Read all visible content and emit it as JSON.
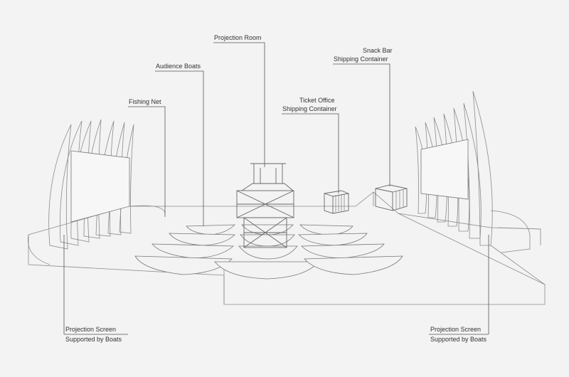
{
  "labels": {
    "projection_room": "Projection Room",
    "audience_boats": "Audience Boats",
    "snack_bar_line1": "Snack Bar",
    "snack_bar_line2": "Shipping Container",
    "fishing_net": "Fishing Net",
    "ticket_office_line1": "Ticket Office",
    "ticket_office_line2": "Shipping Container",
    "screen_left_line1": "Projection Screen",
    "screen_left_line2": "Supported by Boats",
    "screen_right_line1": "Projection Screen",
    "screen_right_line2": "Supported by Boats"
  }
}
